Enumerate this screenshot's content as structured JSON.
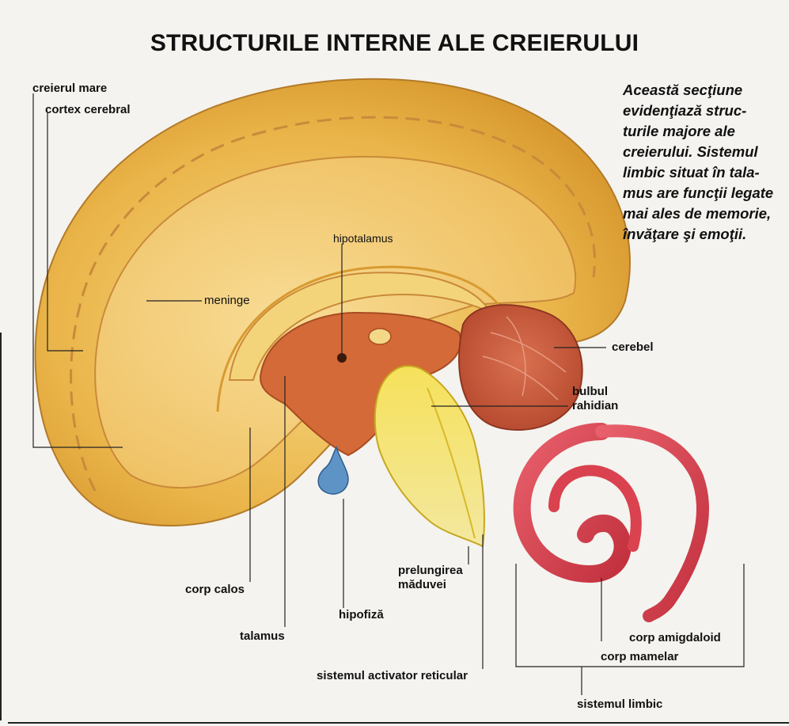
{
  "title": "STRUCTURILE INTERNE ALE CREIERULUI",
  "caption_lines": [
    "Această secţiune",
    "evidenţiază struc-",
    "turile majore ale",
    "creierului. Sistemul",
    "limbic situat în tala-",
    "mus are funcţii legate",
    "mai ales de memorie,",
    "învăţare şi emoţii."
  ],
  "labels": {
    "creierul_mare": "creierul mare",
    "cortex_cerebral": "cortex cerebral",
    "meninge": "meninge",
    "hipotalamus": "hipotalamus",
    "cerebel": "cerebel",
    "bulbul_rahidian_1": "bulbul",
    "bulbul_rahidian_2": "rahidian",
    "corp_calos": "corp calos",
    "talamus": "talamus",
    "hipofiza": "hipofiză",
    "prelungirea_1": "prelungirea",
    "prelungirea_2": "măduvei",
    "sistemul_activator": "sistemul activator reticular",
    "corp_amigdaloid": "corp amigdaloid",
    "corp_mamelar": "corp mamelar",
    "sistemul_limbic": "sistemul limbic"
  },
  "colors": {
    "brain_outer": "#e7a93c",
    "brain_inner": "#f2c765",
    "cortex_fold": "#c98a3a",
    "thalamus": "#d46a37",
    "cerebellum": "#c85f3c",
    "brainstem": "#f1d640",
    "pituitary": "#5e93c6",
    "limbic": "#d9424e"
  }
}
